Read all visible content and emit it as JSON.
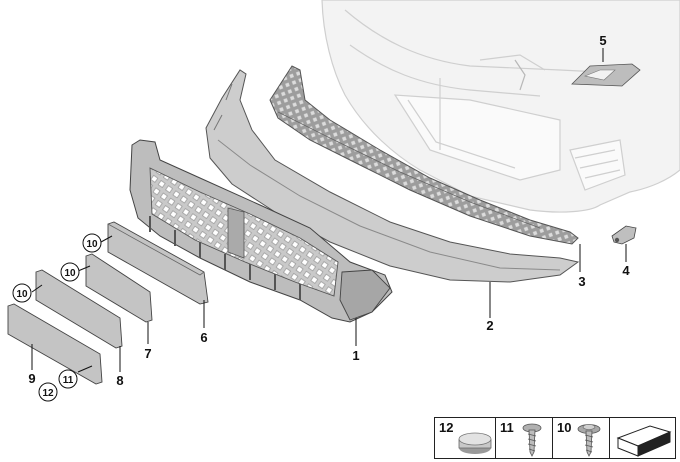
{
  "parts": [
    {
      "number": "1"
    },
    {
      "number": "2"
    },
    {
      "number": "3"
    },
    {
      "number": "4"
    },
    {
      "number": "5"
    },
    {
      "number": "6"
    },
    {
      "number": "7"
    },
    {
      "number": "8"
    },
    {
      "number": "9"
    }
  ],
  "circled": [
    {
      "number": "10"
    },
    {
      "number": "10"
    },
    {
      "number": "10"
    },
    {
      "number": "11"
    },
    {
      "number": "12"
    }
  ],
  "legend": [
    {
      "number": "12"
    },
    {
      "number": "11"
    },
    {
      "number": "10"
    }
  ],
  "colors": {
    "line": "#111111",
    "part_fill": "#c8c8c8",
    "part_fill_dark": "#a9a9a9",
    "bumper_fill": "#f2f2f2",
    "bumper_stroke": "#cfcfcf"
  }
}
